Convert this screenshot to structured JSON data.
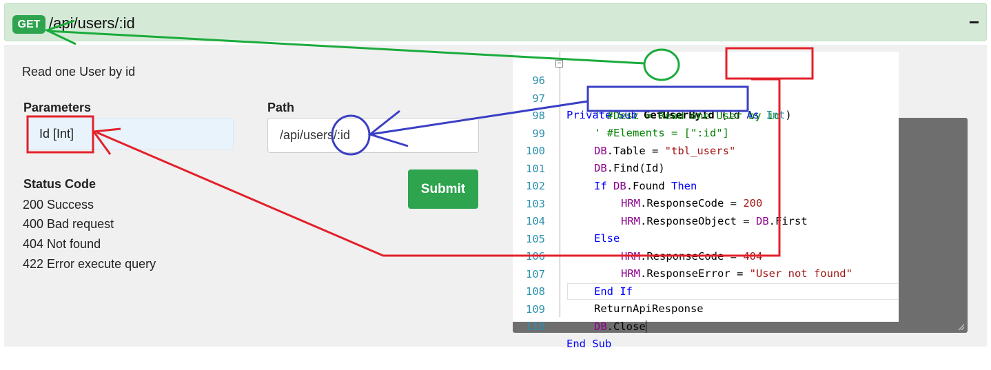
{
  "endpoint": {
    "method": "GET",
    "path": "/api/users/:id",
    "collapse_label": "−",
    "description": "Read one User by id"
  },
  "parameters": {
    "label": "Parameters",
    "items": [
      "Id [Int]"
    ]
  },
  "path_field": {
    "label": "Path",
    "value": "/api/users/:id"
  },
  "submit_label": "Submit",
  "status": {
    "label": "Status Code",
    "codes": [
      "200 Success",
      "400 Bad request",
      "404 Not found",
      "422 Error execute query"
    ]
  },
  "code_editor": {
    "line_numbers": [
      "96",
      "97",
      "98",
      "99",
      "100",
      "101",
      "102",
      "103",
      "104",
      "105",
      "106",
      "107",
      "108",
      "109",
      "110"
    ],
    "lines": [
      "Private Sub GetUserById (Id As Int)",
      "' #Desc = Read one User by id",
      "' #Elements = [\":id\"]",
      "DB.Table = \"tbl_users\"",
      "DB.Find(Id)",
      "If DB.Found Then",
      "HRM.ResponseCode = 200",
      "HRM.ResponseObject = DB.First",
      "Else",
      "HRM.ResponseCode = 404",
      "HRM.ResponseError = \"User not found\"",
      "End If",
      "ReturnApiResponse",
      "DB.Close",
      "End Sub"
    ]
  },
  "colors": {
    "method_badge": "#2ea44f",
    "header_bg": "#d4ead6",
    "annotation_green": "#1aab3c",
    "annotation_red": "#e3202a",
    "annotation_blue": "#3a3fc4"
  }
}
